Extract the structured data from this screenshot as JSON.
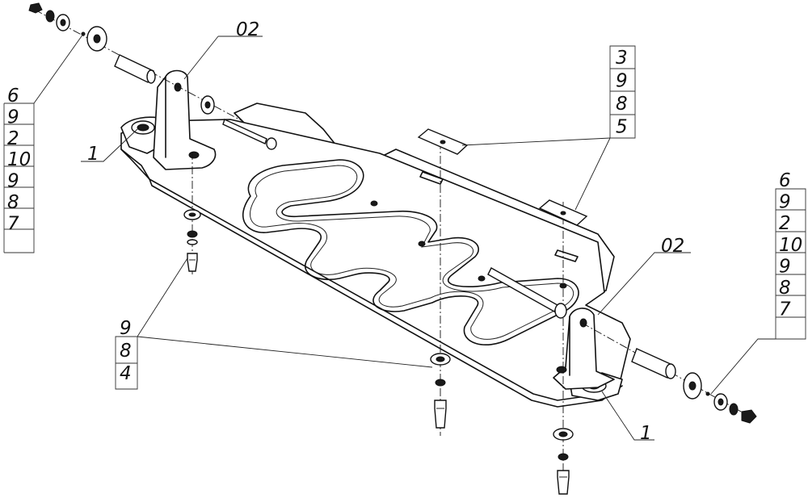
{
  "callouts": {
    "left_stack": [
      "6",
      "9",
      "2",
      "10",
      "9",
      "8",
      "7"
    ],
    "right_stack": [
      "6",
      "9",
      "2",
      "10",
      "9",
      "8",
      "7"
    ],
    "top_right_stack": [
      "3",
      "9",
      "8",
      "5"
    ],
    "bottom_left_stack": [
      "9",
      "8",
      "4"
    ],
    "bracket_top": "02",
    "bracket_right": "02",
    "plate_left": "1",
    "plate_right": "1"
  }
}
